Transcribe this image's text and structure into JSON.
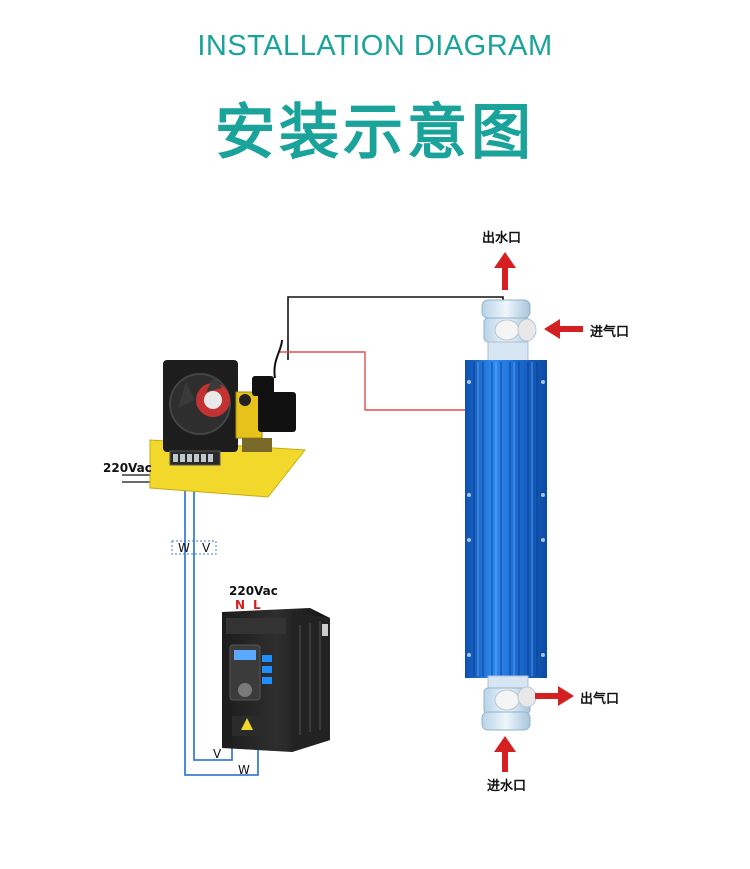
{
  "header": {
    "title_en": "INSTALLATION DIAGRAM",
    "title_cn": "安装示意图"
  },
  "labels": {
    "water_outlet": "出水口",
    "air_inlet": "进气口",
    "air_outlet": "出气口",
    "water_inlet": "进水口",
    "power_top": "220Vac",
    "power_inverter": "220Vac",
    "phase_n": "N",
    "phase_l": "L",
    "wire_w_top": "W",
    "wire_v_top": "V",
    "wire_v_bottom": "V",
    "wire_w_bottom": "W"
  },
  "colors": {
    "accent": "#1aa39a",
    "arrow": "#d42020",
    "wire_blue": "#3b7fd6",
    "wire_red": "#e05050",
    "tube_blue": "#1e6fd0",
    "board_yellow": "#f2d82a"
  }
}
